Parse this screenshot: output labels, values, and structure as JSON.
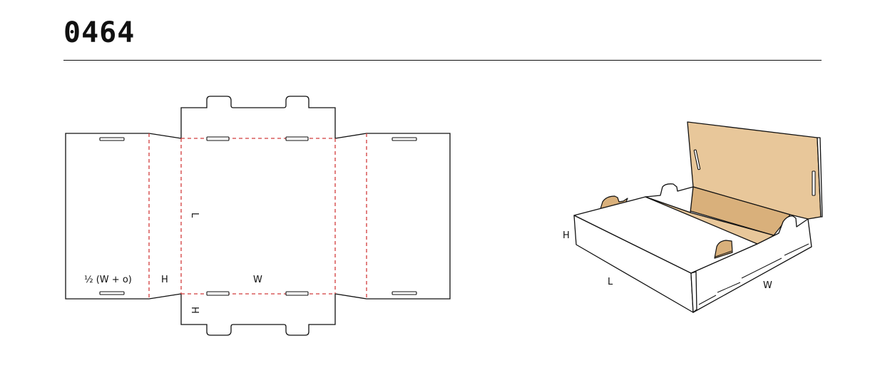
{
  "model_code": "0464",
  "dieline": {
    "labels": {
      "half_w_plus_o": "½ (W + o)",
      "h_side": "H",
      "w_center": "W",
      "l_vertical": "L",
      "h_bottom": "H"
    }
  },
  "box3d": {
    "labels": {
      "h": "H",
      "l": "L",
      "w": "W"
    }
  },
  "colors": {
    "cut": "#111111",
    "crease": "#d23c3c",
    "kraft": "#e8c79a"
  }
}
